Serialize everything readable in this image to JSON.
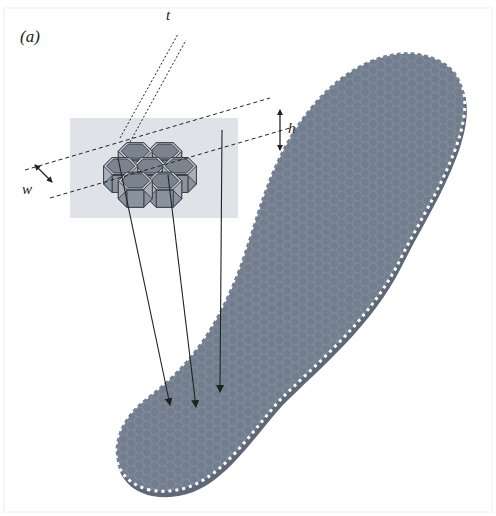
{
  "diagram": {
    "labels": [
      "(a)",
      "t",
      "w",
      "h"
    ]
  }
}
